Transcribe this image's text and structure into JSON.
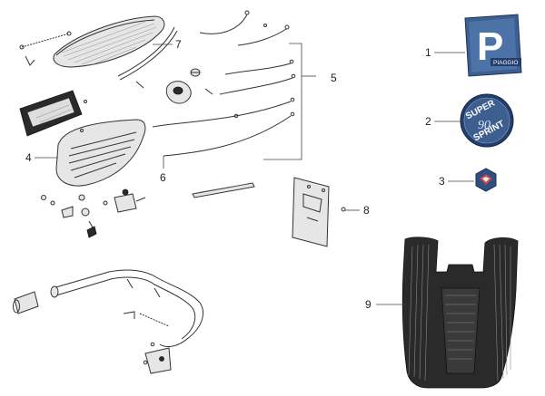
{
  "callouts": {
    "c1": "1",
    "c2": "2",
    "c3": "3",
    "c4": "4",
    "c5": "5",
    "c6": "6",
    "c7": "7",
    "c8": "8",
    "c9": "9"
  },
  "badges": {
    "piaggio_logo_letter": "P",
    "piaggio_logo_word": "PIAGGIO",
    "super_sprint_word_1": "SUPER",
    "super_sprint_word_2": "SPRINT",
    "super_sprint_number": "90"
  },
  "colors": {
    "ink": "#333333",
    "badge_blue": "#3d5f8f",
    "badge_dark_blue": "#243e6b",
    "emblem_red": "#c8454a"
  }
}
